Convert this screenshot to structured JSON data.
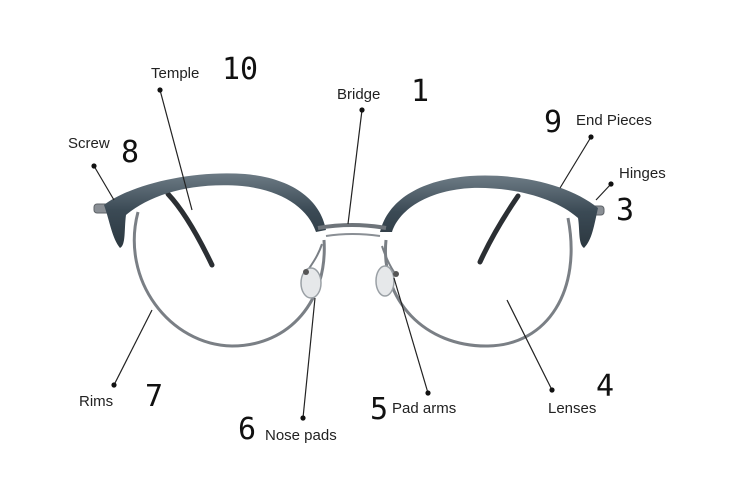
{
  "labels": {
    "temple": "Temple",
    "bridge": "Bridge",
    "screw": "Screw",
    "end_pieces": "End Pieces",
    "hinges": "Hinges",
    "rims": "Rims",
    "nose_pads": "Nose pads",
    "pad_arms": "Pad arms",
    "lenses": "Lenses"
  },
  "numbers": {
    "bridge": "1",
    "hinges": "3",
    "lenses": "4",
    "pad_arms": "5",
    "nose_pads": "6",
    "rims": "7",
    "screw": "8",
    "end_pieces": "9",
    "temple": "10"
  },
  "colors": {
    "frame_dark": "#3b4a55",
    "frame_mid": "#5d6b75",
    "metal": "#7a7f85",
    "leader_line": "#222222"
  }
}
